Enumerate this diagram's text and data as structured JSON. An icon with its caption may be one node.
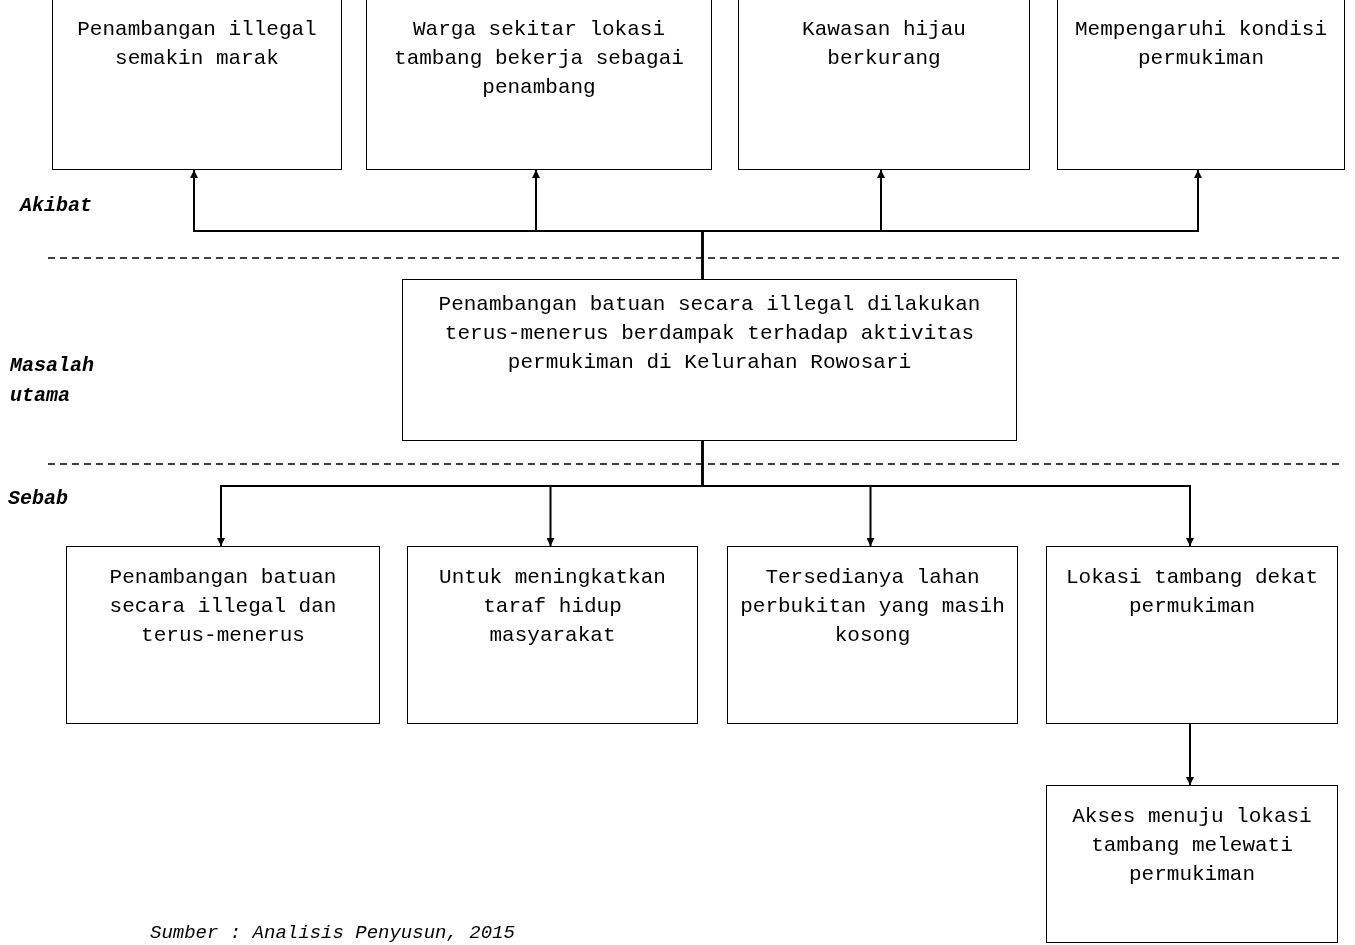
{
  "diagram": {
    "caption": "Sumber : Analisis Penyusun, 2015",
    "nodes": [
      {
        "text": [
          "Penambangan illegal semakin marak"
        ]
      },
      {
        "text": [
          "Warga sekitar lokasi tambang bekerja sebagai penambang"
        ]
      },
      {
        "text": [
          "Kawasan hijau berkurang"
        ]
      },
      {
        "text": [
          "Mempengaruhi kondisi permukiman"
        ]
      },
      {
        "text": [
          "Penambangan batuan secara illegal dilakukan terus-menerus berdampak terhadap aktivitas permukiman di Kelurahan Rowosari"
        ]
      },
      {
        "text": [
          "Penambangan batuan secara illegal dan terus-menerus"
        ]
      },
      {
        "text": [
          "Untuk meningkatkan taraf hidup masyarakat"
        ]
      },
      {
        "text": [
          "Tersedianya lahan perbukitan yang masih kosong"
        ]
      },
      {
        "text": [
          "Lokasi tambang dekat permukiman"
        ]
      },
      {
        "text": [
          "Akses menuju lokasi tambang melewati permukiman"
        ]
      }
    ],
    "edges": [
      {
        "from": 4,
        "to": 0,
        "arrow": "to"
      },
      {
        "from": 4,
        "to": 1,
        "arrow": "to"
      },
      {
        "from": 4,
        "to": 2,
        "arrow": "to"
      },
      {
        "from": 4,
        "to": 3,
        "arrow": "to"
      },
      {
        "from": 4,
        "to": 5,
        "arrow": "to"
      },
      {
        "from": 4,
        "to": 6,
        "arrow": "to"
      },
      {
        "from": 4,
        "to": 7,
        "arrow": "to"
      },
      {
        "from": 4,
        "to": 8,
        "arrow": "to"
      },
      {
        "from": 8,
        "to": 9,
        "arrow": "to"
      }
    ],
    "labels": [
      "Akibat",
      "Masalah utama",
      "Sebab"
    ]
  }
}
